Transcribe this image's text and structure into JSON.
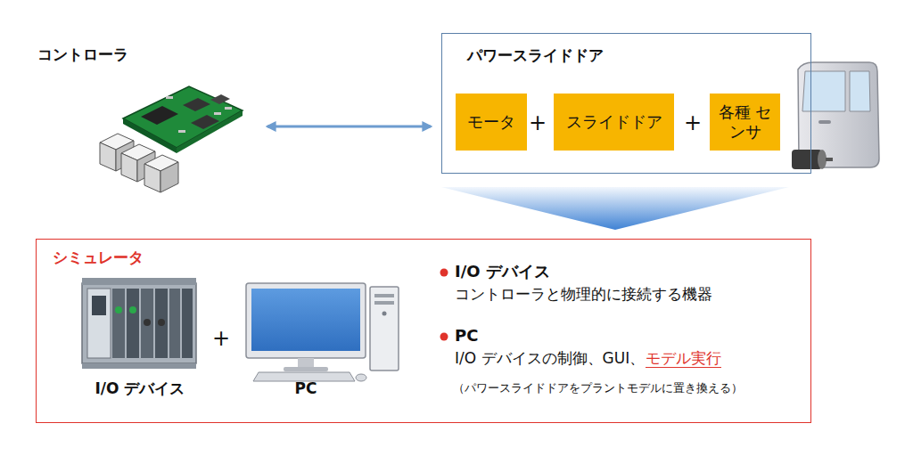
{
  "diagram": {
    "nodes": [
      {
        "text": [
          "コントローラ"
        ]
      },
      {
        "text": [
          "パワースライドドア"
        ]
      },
      {
        "text": [
          "モータ"
        ],
        "in": 1
      },
      {
        "text": [
          "スライドドア"
        ],
        "in": 1
      },
      {
        "text": [
          "各種 センサ"
        ],
        "in": 1
      },
      {
        "text": [
          "シミュレータ"
        ]
      }
    ],
    "edges": [
      {
        "from": 0,
        "to": 1,
        "arrow": "both"
      }
    ],
    "labels": [
      "+",
      "+",
      "+",
      "I/O デバイス",
      "PC",
      "I/O デバイス",
      "コントローラと物理的に接続する機器",
      "PC",
      "I/O デバイスの制御、GUI、",
      "モデル実行",
      "（パワースライドドアをプラントモデルに置き換える）"
    ]
  }
}
